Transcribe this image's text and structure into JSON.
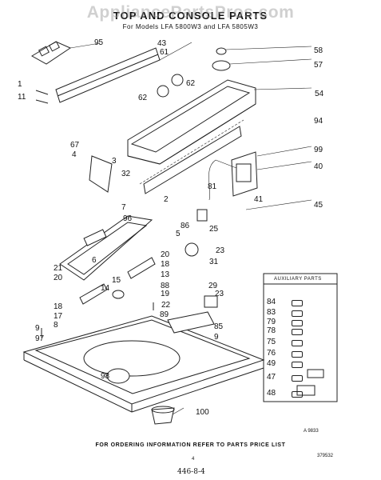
{
  "watermark": "AppliancePartsPros.com",
  "title": "TOP AND CONSOLE PARTS",
  "subtitle": "For Models LFA 5800W3 and LFA 5805W3",
  "callouts": [
    "95",
    "43",
    "61",
    "62",
    "62",
    "58",
    "57",
    "54",
    "1",
    "11",
    "94",
    "67",
    "4",
    "3",
    "32",
    "99",
    "40",
    "81",
    "41",
    "45",
    "7",
    "96",
    "2",
    "86",
    "5",
    "25",
    "23",
    "31",
    "6",
    "20",
    "18",
    "13",
    "21",
    "20",
    "15",
    "88",
    "19",
    "14",
    "29",
    "23",
    "18",
    "17",
    "8",
    "9",
    "22",
    "89",
    "85",
    "9",
    "97",
    "98",
    "100"
  ],
  "auxiliary": {
    "title": "AUXILIARY PARTS",
    "items": [
      "84",
      "83",
      "79",
      "78",
      "75",
      "76",
      "49",
      "47",
      "48"
    ]
  },
  "figure_code": "A 9833",
  "footer_note": "FOR ORDERING INFORMATION REFER TO PARTS PRICE LIST",
  "page_number": "4",
  "catalog_code": "379532",
  "handwritten_note": "446-8-4"
}
